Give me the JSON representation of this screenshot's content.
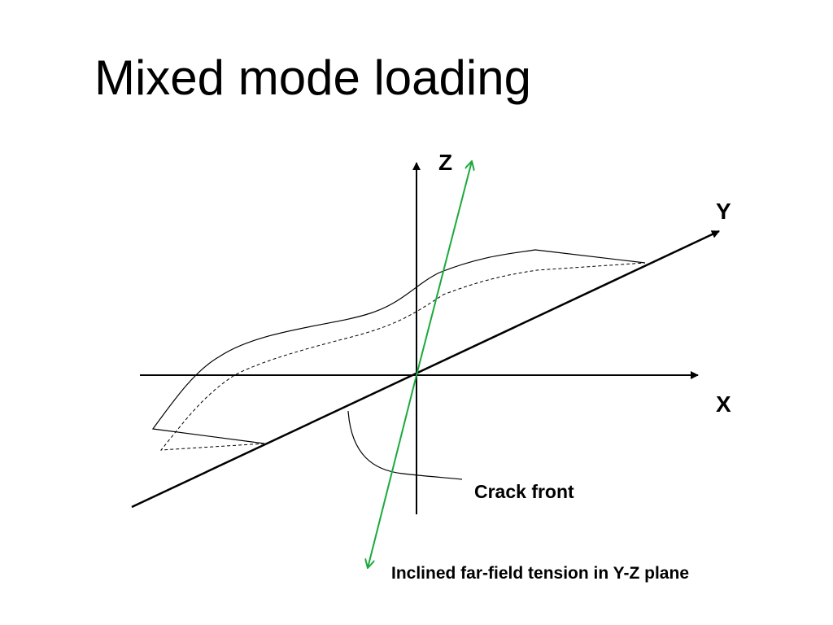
{
  "slide": {
    "title": "Mixed mode loading"
  },
  "diagram": {
    "axes": {
      "x_label": "X",
      "y_label": "Y",
      "z_label": "Z"
    },
    "annotations": {
      "crack_front": "Crack front",
      "tension": "Inclined far-field tension in Y-Z plane"
    },
    "colors": {
      "axes": "#000000",
      "crack_outline": "#000000",
      "tension_arrow": "#1aaa3c"
    }
  }
}
